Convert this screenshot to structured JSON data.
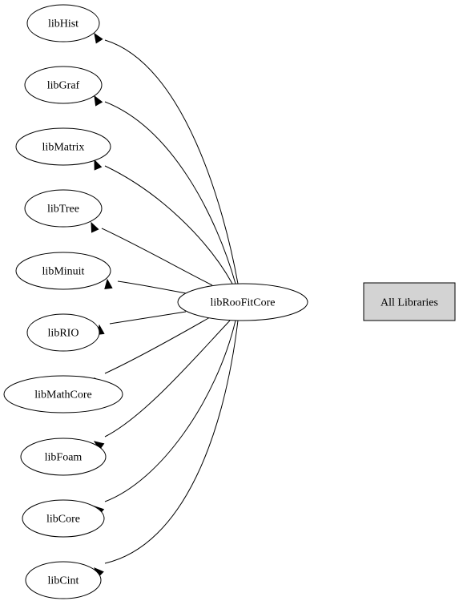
{
  "diagram": {
    "source_node": "libRooFitCore",
    "link_box": "All Libraries",
    "link_box_fill": "#d3d3d3",
    "dependencies": [
      "libHist",
      "libGraf",
      "libMatrix",
      "libTree",
      "libMinuit",
      "libRIO",
      "libMathCore",
      "libFoam",
      "libCore",
      "libCint"
    ],
    "edges": [
      {
        "from": "libRooFitCore",
        "to": "libHist"
      },
      {
        "from": "libRooFitCore",
        "to": "libGraf"
      },
      {
        "from": "libRooFitCore",
        "to": "libMatrix"
      },
      {
        "from": "libRooFitCore",
        "to": "libTree"
      },
      {
        "from": "libRooFitCore",
        "to": "libMinuit"
      },
      {
        "from": "libRooFitCore",
        "to": "libRIO"
      },
      {
        "from": "libRooFitCore",
        "to": "libMathCore"
      },
      {
        "from": "libRooFitCore",
        "to": "libFoam"
      },
      {
        "from": "libRooFitCore",
        "to": "libCore"
      },
      {
        "from": "libRooFitCore",
        "to": "libCint"
      }
    ]
  }
}
